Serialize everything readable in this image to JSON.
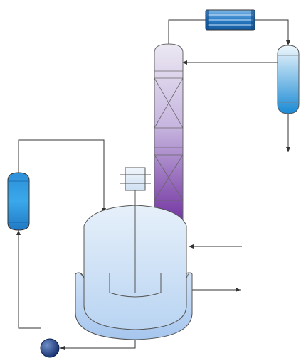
{
  "diagram": {
    "type": "process-flow-diagram",
    "equipment": [
      {
        "id": "reactor",
        "icon": "jacketed-reactor-icon"
      },
      {
        "id": "agitator-motor",
        "icon": "motor-icon"
      },
      {
        "id": "agitator",
        "icon": "impeller-icon"
      },
      {
        "id": "packed-column",
        "icon": "packed-column-icon"
      },
      {
        "id": "condenser",
        "icon": "heat-exchanger-icon"
      },
      {
        "id": "receiver",
        "icon": "vertical-vessel-icon"
      },
      {
        "id": "feed-vessel",
        "icon": "vertical-vessel-icon"
      },
      {
        "id": "pump",
        "icon": "pump-icon"
      }
    ],
    "colors": {
      "line": "#333333",
      "reactor_light": "#dbe9f8",
      "reactor_dark": "#a9c8ee",
      "column_top": "#e3dff0",
      "column_bottom": "#7a3aa5",
      "vessel_light": "#e8f4fb",
      "vessel_dark": "#1e8fd6",
      "exchanger_dark": "#1f6fb8",
      "pump": "#1a3f86"
    }
  }
}
